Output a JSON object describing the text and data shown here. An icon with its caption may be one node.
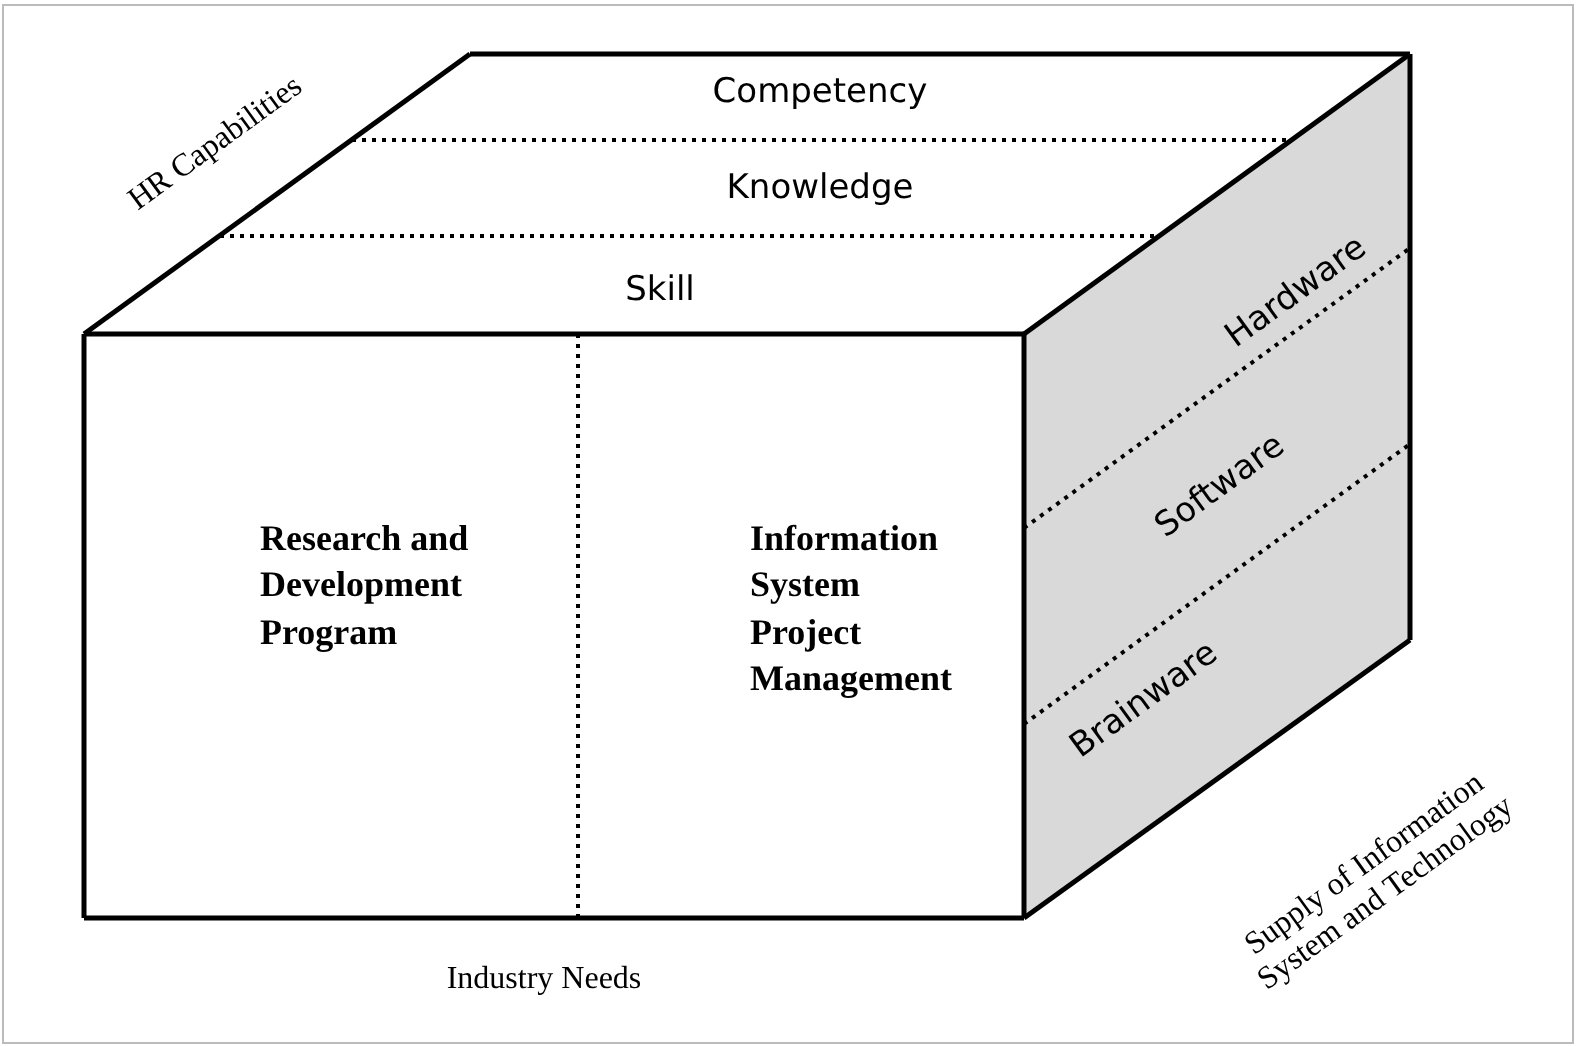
{
  "diagram": {
    "nodes": [
      {
        "text": [
          "Competency"
        ]
      },
      {
        "text": [
          "Knowledge"
        ]
      },
      {
        "text": [
          "Skill"
        ]
      },
      {
        "text": [
          "Hardware"
        ]
      },
      {
        "text": [
          "Software"
        ]
      },
      {
        "text": [
          "Brainware"
        ]
      },
      {
        "text": [
          "Research and Development Program"
        ]
      },
      {
        "text": [
          "Information System Project Management"
        ]
      }
    ],
    "edges": [],
    "labels": [
      "HR Capabilities",
      "Industry Needs",
      "Supply of Information System and Technology"
    ]
  }
}
